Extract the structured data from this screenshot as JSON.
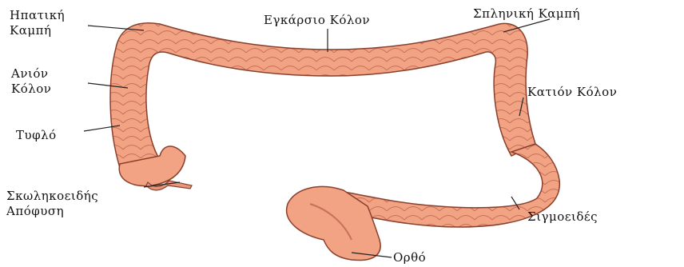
{
  "labels": {
    "hepatic_flexure": [
      "Ηπατική",
      "Καμπή"
    ],
    "transverse_colon": "Εγκάρσιο Κόλον",
    "splenic_flexure": "Σπληνική Καμπή",
    "ascending_colon": [
      "Ανιόν",
      "Κόλον"
    ],
    "descending_colon": "Κατιόν Κόλον",
    "cecum": "Τυφλό",
    "appendix": [
      "Σκωληκοειδής",
      "Απόφυση"
    ],
    "sigmoid": "Σιγμοειδές",
    "rectum": "Ορθό"
  },
  "colors": {
    "tissue": "#f2a383",
    "tissue_dark": "#c8715a",
    "outline": "#8a3f2c",
    "leader": "#222222"
  }
}
